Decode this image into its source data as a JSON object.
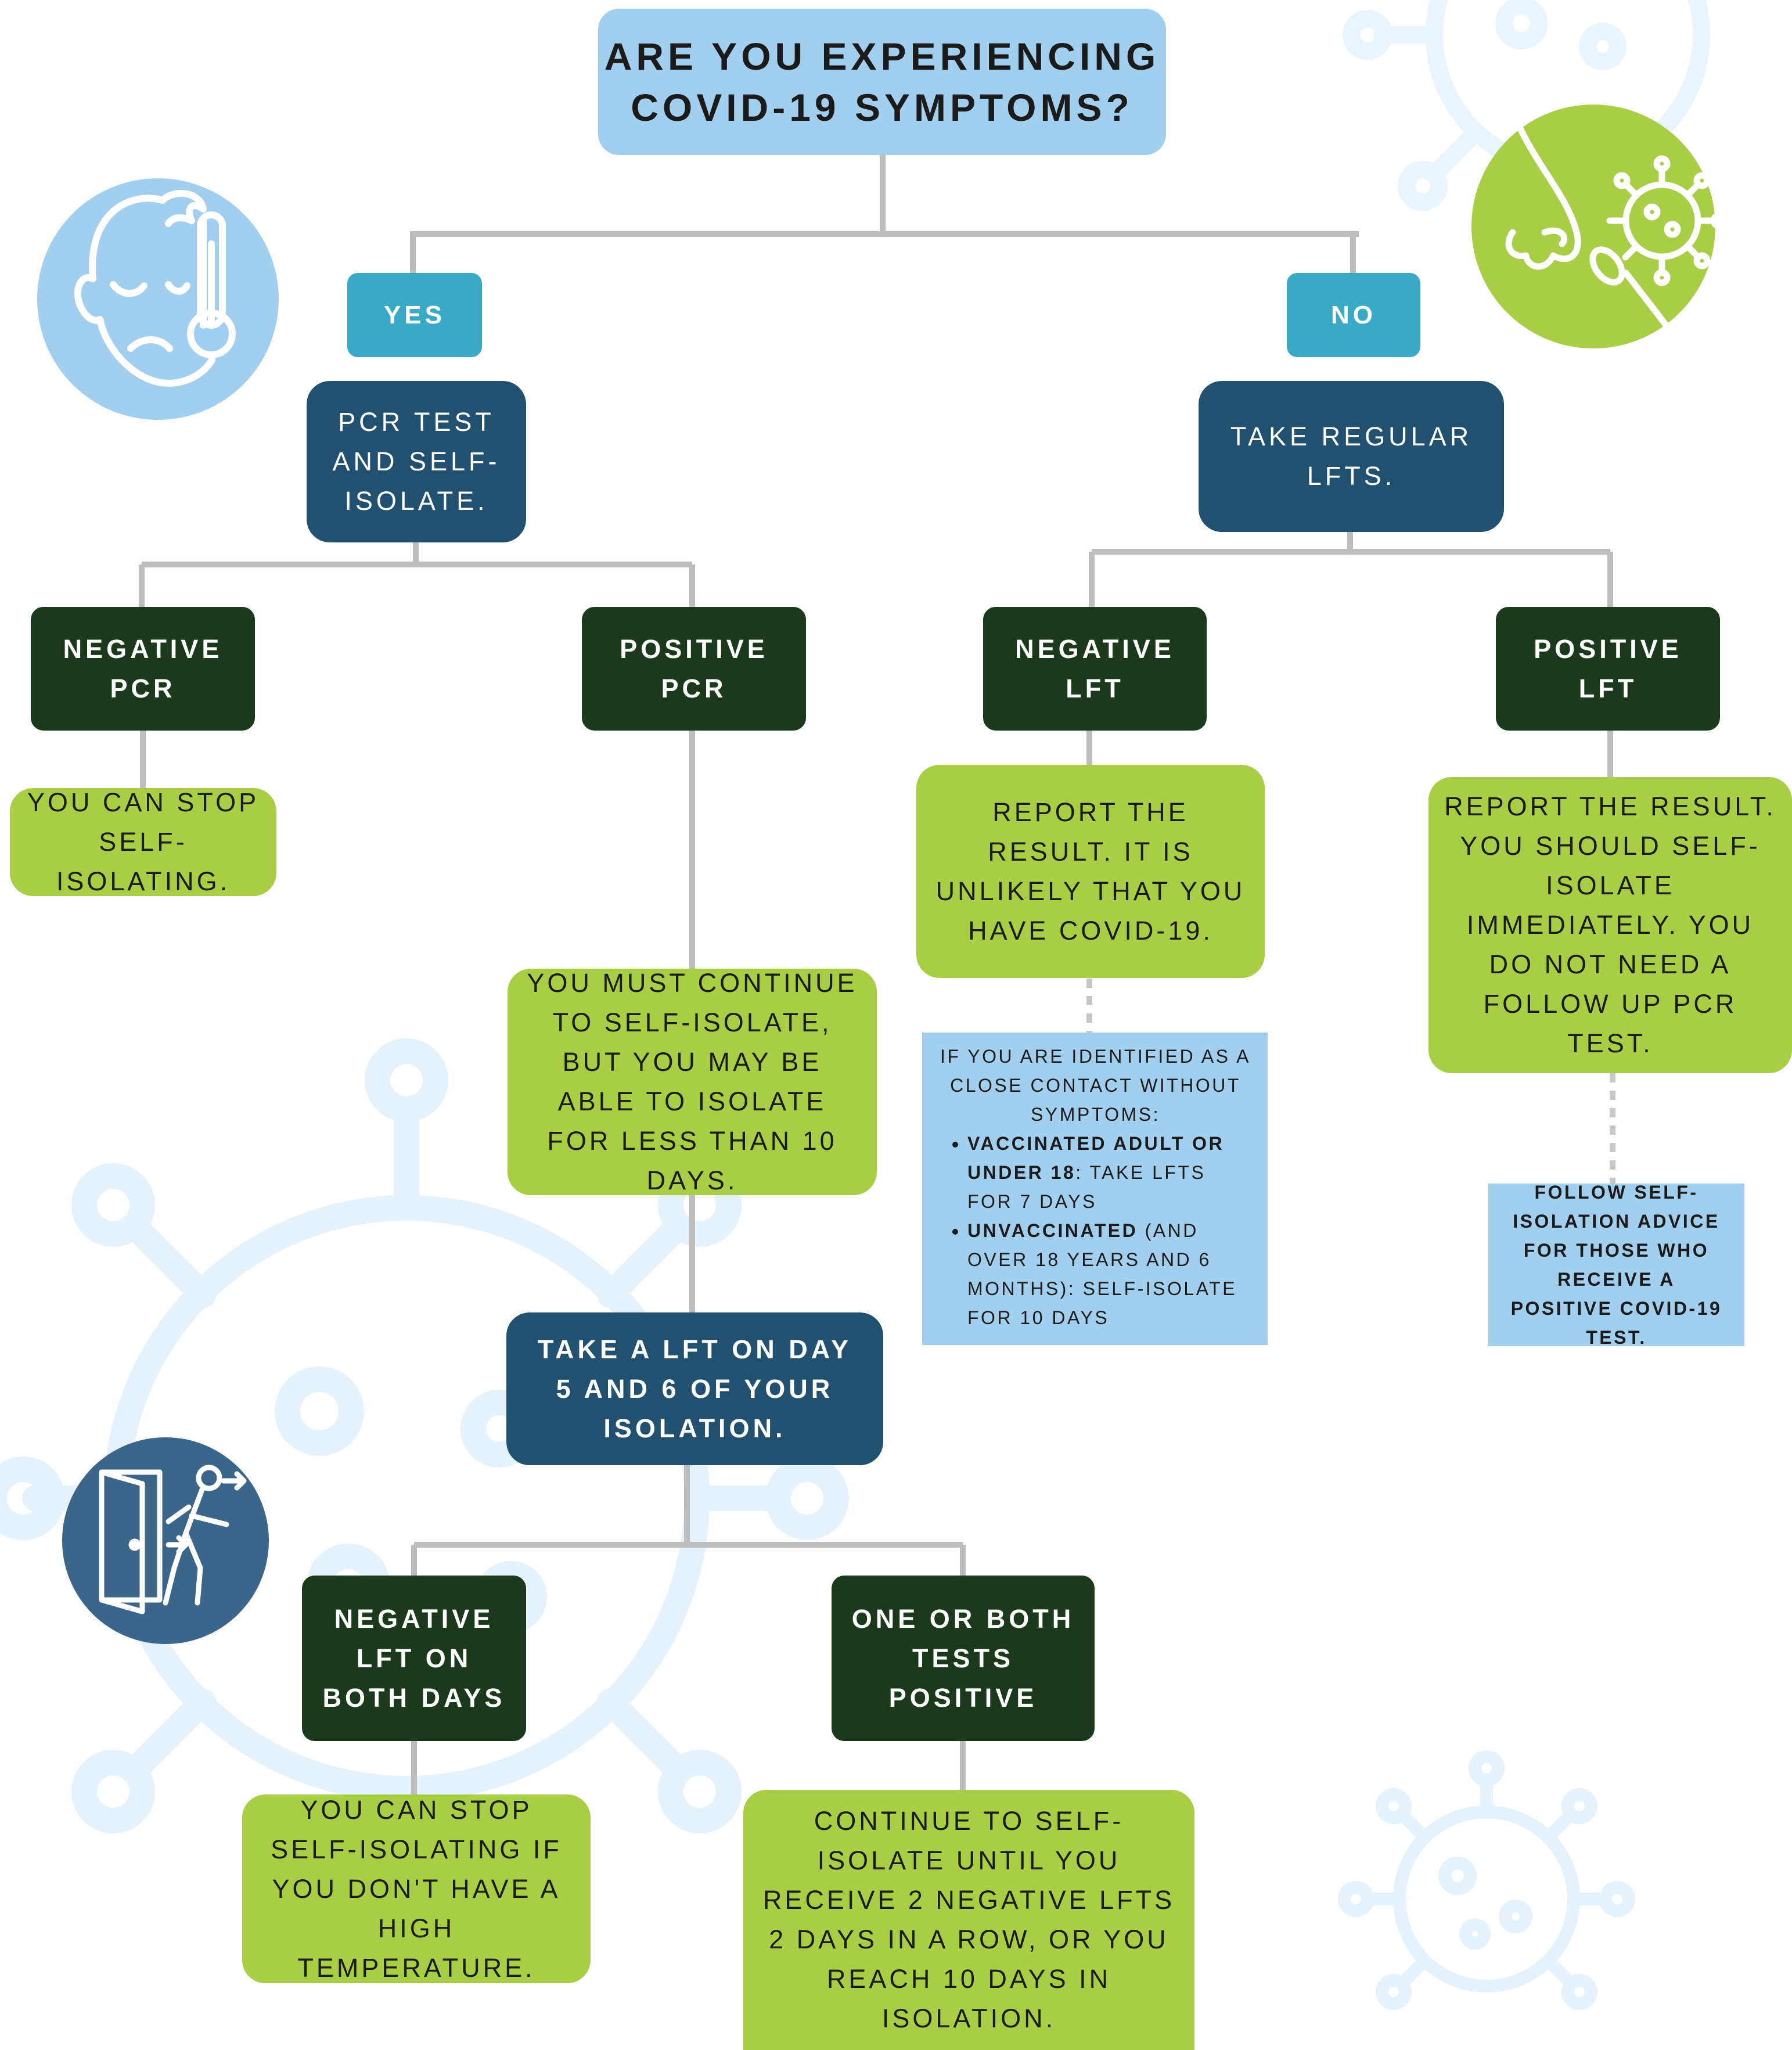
{
  "title": "Are you experiencing COVID-19 symptoms?",
  "branches": {
    "yes": "Yes",
    "no": "No"
  },
  "yes_path": {
    "step": "PCR test and self-isolate.",
    "negative_pcr": "Negative PCR",
    "negative_pcr_advice": "You can stop self-isolating.",
    "positive_pcr": "Positive PCR",
    "positive_pcr_advice": "You must continue to self-isolate, but you may be able to isolate for less than 10 days.",
    "lft_step": "Take a LFT on day 5 and 6 of your isolation.",
    "negative_both": "Negative LFT on both days",
    "negative_both_advice": "You can stop self-isolating if you don't have a high temperature.",
    "one_or_both_positive": "One or both tests positive",
    "one_or_both_advice": "Continue to self-isolate until you receive 2 negative LFTs 2 days in a row, or you reach 10 days in isolation."
  },
  "no_path": {
    "step": "Take regular LFTs.",
    "negative_lft": "Negative LFT",
    "negative_lft_advice": "Report the result. It is unlikely that you have COVID-19.",
    "positive_lft": "Positive LFT",
    "positive_lft_advice": "Report the result. You should self-isolate immediately. You do not need a follow up PCR test.",
    "close_contact": {
      "heading": "If you are identified as a close contact without symptoms:",
      "item1_bold": "Vaccinated adult or under 18",
      "item1_rest": ": take LFTs for 7 days",
      "item2_bold": "Unvaccinated",
      "item2_rest": " (and over 18 years and 6 months): self-isolate for 10 days"
    },
    "follow_advice": "Follow self-isolation advice for those who receive a positive COVID-19 test."
  },
  "icons": [
    "sick-face-thermometer-icon",
    "nose-swab-virus-icon",
    "exit-door-icon",
    "virus-background-icon"
  ],
  "colors": {
    "title_bg": "#a3cfee",
    "choice_bg": "#3aa9c6",
    "step_bg": "#225170",
    "result_bg": "#1b3a1c",
    "advice_bg": "#a9ce46",
    "info_bg": "#a3cfee",
    "connector": "#bdbdbd"
  }
}
